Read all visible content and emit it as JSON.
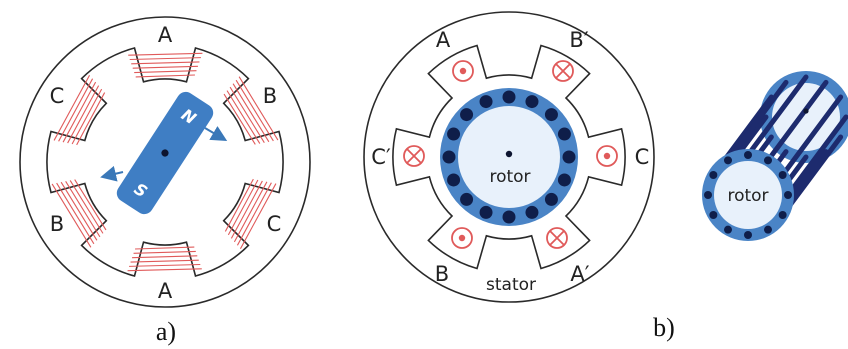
{
  "panel_a": {
    "labels": {
      "top": "A",
      "upper_left": "C",
      "upper_right": "B",
      "lower_left": "B",
      "lower_right": "C",
      "bottom": "A"
    },
    "magnet": {
      "north": "N",
      "south": "S"
    },
    "caption": "a)"
  },
  "panel_b": {
    "labels": {
      "a": "A",
      "b_prime": "B′",
      "c_prime": "C′",
      "c": "C",
      "b": "B",
      "a_prime": "A′"
    },
    "rotor_label": "rotor",
    "stator_label": "stator",
    "caption": "b)"
  },
  "panel_c": {
    "rotor_label": "rotor"
  },
  "colors": {
    "rotor_ring": "#4a84c6",
    "rotor_core": "#e8f1fb",
    "conductor": "#0f1e4a",
    "coil": "#e05a5a",
    "magnet": "#3f7ec4",
    "bars": "#1d2b6e"
  }
}
